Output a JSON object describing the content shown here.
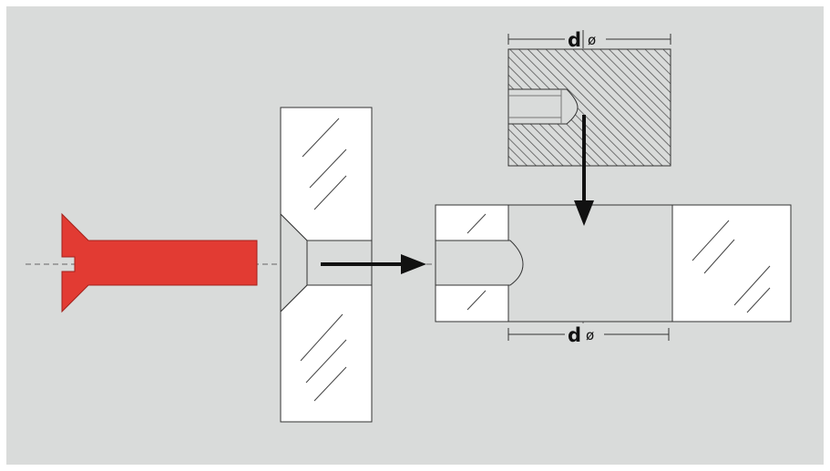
{
  "colors": {
    "background": "#d9dbda",
    "screw": "#e23b33",
    "line": "#333333",
    "panel": "#ffffff",
    "hatch": "#555555",
    "arrow": "#111111"
  },
  "top_dimension": {
    "letter": "d",
    "symbol": "ø"
  },
  "bottom_dimension": {
    "letter": "d",
    "symbol": "ø"
  }
}
